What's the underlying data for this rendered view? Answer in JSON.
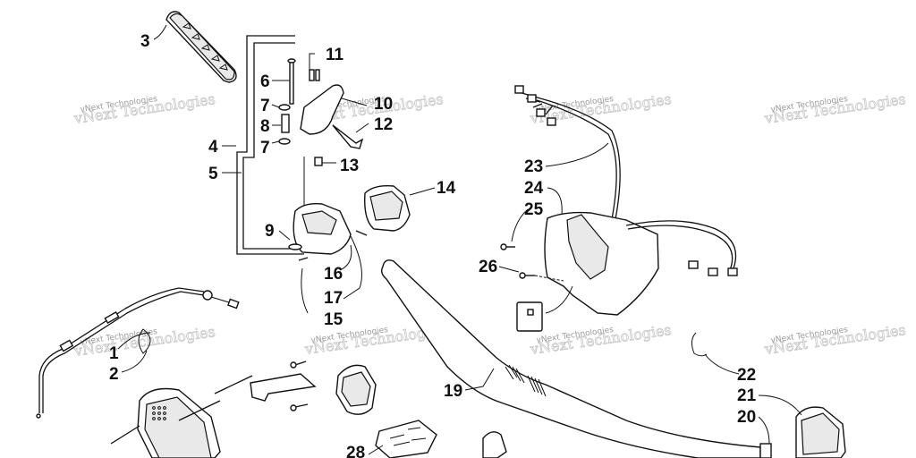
{
  "diagram": {
    "callouts": [
      {
        "id": "c3",
        "text": "3"
      },
      {
        "id": "c11",
        "text": "11"
      },
      {
        "id": "c6",
        "text": "6"
      },
      {
        "id": "c10",
        "text": "10"
      },
      {
        "id": "c7a",
        "text": "7"
      },
      {
        "id": "c8",
        "text": "8"
      },
      {
        "id": "c12",
        "text": "12"
      },
      {
        "id": "c7b",
        "text": "7"
      },
      {
        "id": "c4",
        "text": "4"
      },
      {
        "id": "c5",
        "text": "5"
      },
      {
        "id": "c13",
        "text": "13"
      },
      {
        "id": "c14",
        "text": "14"
      },
      {
        "id": "c9",
        "text": "9"
      },
      {
        "id": "c16",
        "text": "16"
      },
      {
        "id": "c17",
        "text": "17"
      },
      {
        "id": "c15",
        "text": "15"
      },
      {
        "id": "c1",
        "text": "1"
      },
      {
        "id": "c2",
        "text": "2"
      },
      {
        "id": "c23",
        "text": "23"
      },
      {
        "id": "c24",
        "text": "24"
      },
      {
        "id": "c25",
        "text": "25"
      },
      {
        "id": "c26",
        "text": "26"
      },
      {
        "id": "c19",
        "text": "19"
      },
      {
        "id": "c22",
        "text": "22"
      },
      {
        "id": "c21",
        "text": "21"
      },
      {
        "id": "c20",
        "text": "20"
      },
      {
        "id": "c28",
        "text": "28"
      }
    ],
    "watermark_text": "vNext Technologies"
  }
}
